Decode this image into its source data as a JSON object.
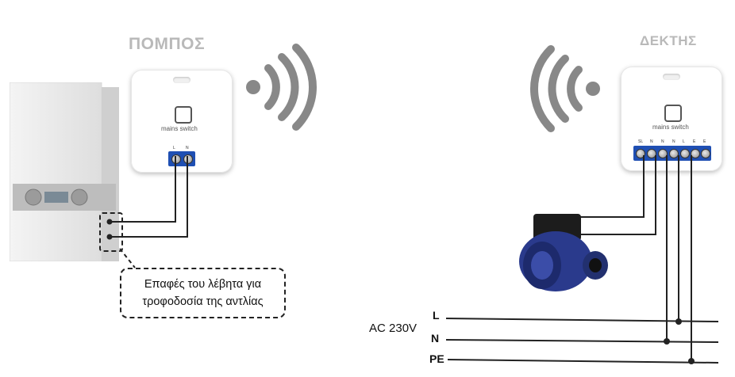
{
  "titles": {
    "transmitter": "ΠΟΜΠΟΣ",
    "receiver": "ΔΕΚΤΗΣ"
  },
  "transmitter_module": {
    "brand": "mains switch",
    "terminals": [
      "L",
      "N"
    ]
  },
  "receiver_module": {
    "brand": "mains switch",
    "terminals": [
      "SL",
      "N",
      "N",
      "N",
      "L",
      "E",
      "E"
    ]
  },
  "callout": {
    "line1": "Επαφές του λέβητα για",
    "line2": "τροφοδοσία της αντλίας"
  },
  "supply": {
    "label": "AC 230V",
    "lines": [
      "L",
      "N",
      "PE"
    ]
  },
  "colors": {
    "wire": "#222222",
    "terminal_blue": "#1f4fb3",
    "wifi_gray": "#888888",
    "title_gray": "#b9b9b9",
    "pump_blue": "#2a3a8c"
  },
  "icons": {
    "transmitter_signal": "wifi-signal-icon",
    "receiver_signal": "wifi-signal-icon",
    "boiler": "boiler-icon",
    "pump": "circulation-pump-icon"
  }
}
